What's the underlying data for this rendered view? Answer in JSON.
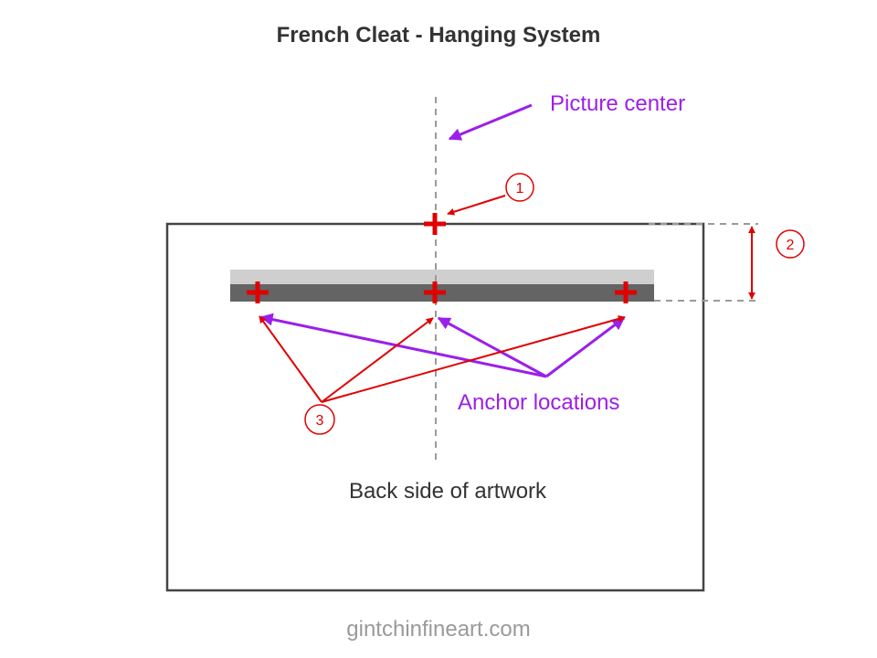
{
  "title": "French Cleat - Hanging System",
  "labels": {
    "picture_center": "Picture center",
    "anchor_locations": "Anchor locations",
    "back_side": "Back side of artwork",
    "footer": "gintchinfineart.com"
  },
  "callouts": {
    "one": "1",
    "two": "2",
    "three": "3"
  },
  "colors": {
    "accent_red": "#e00000",
    "accent_purple": "#9b1fe8",
    "cleat_light": "#cfcfcf",
    "cleat_dark": "#646464",
    "frame": "#444444",
    "guide": "#9a9a9a"
  }
}
